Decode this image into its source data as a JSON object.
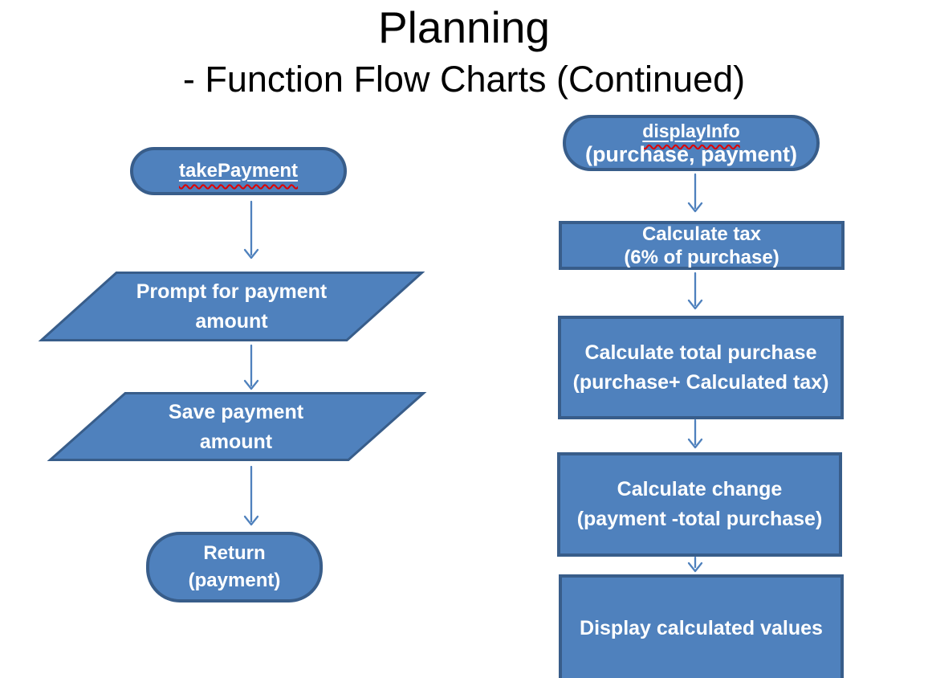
{
  "slide": {
    "title": "Planning",
    "subtitle": "- Function Flow Charts (Continued)"
  },
  "colors": {
    "background": "#FFFFFF",
    "shape_fill": "#4F81BD",
    "shape_border": "#385D8A",
    "arrow": "#4F81BD",
    "node_text": "#FFFFFF",
    "title_text": "#000000",
    "spellcheck_wavy": "#E00000"
  },
  "flowcharts": {
    "left": {
      "id": "takePayment-flow",
      "nodes": [
        {
          "type": "terminator",
          "line1": "takePayment",
          "underlined": true,
          "spellcheck_squiggle": true
        },
        {
          "type": "input-output",
          "line1": "Prompt for payment",
          "line2": "amount"
        },
        {
          "type": "input-output",
          "line1": "Save payment",
          "line2": "amount"
        },
        {
          "type": "terminator",
          "line1": "Return",
          "line2": "(payment)"
        }
      ]
    },
    "right": {
      "id": "displayInfo-flow",
      "nodes": [
        {
          "type": "terminator",
          "line1": "displayInfo",
          "line2": "(purchase, payment)",
          "underlined": true,
          "spellcheck_squiggle": true
        },
        {
          "type": "process",
          "line1": "Calculate tax",
          "line2": "(6% of purchase)"
        },
        {
          "type": "process",
          "line1": "Calculate total purchase",
          "line2": "(purchase+ Calculated tax)"
        },
        {
          "type": "process",
          "line1": "Calculate change",
          "line2": "(payment -total purchase)"
        },
        {
          "type": "process",
          "line1": "Display calculated values"
        }
      ]
    }
  }
}
